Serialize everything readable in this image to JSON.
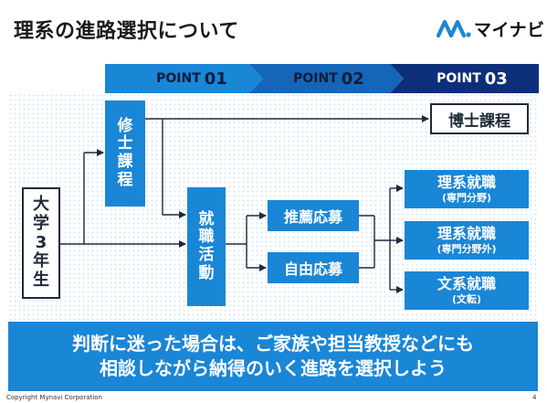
{
  "header": {
    "title": "理系の進路選択について",
    "logo_text": "マイナビ",
    "logo_color": "#1a86d6"
  },
  "points": [
    {
      "word": "POINT",
      "num": "01"
    },
    {
      "word": "POINT",
      "num": "02"
    },
    {
      "word": "POINT",
      "num": "03"
    }
  ],
  "flow": {
    "start": [
      "大",
      "学",
      "3",
      "年",
      "生"
    ],
    "masters": [
      "修",
      "士",
      "課",
      "程"
    ],
    "job_hunting": [
      "就",
      "職",
      "活",
      "動"
    ],
    "doctoral": "博士課程",
    "recommend": "推薦応募",
    "free": "自由応募",
    "results": [
      {
        "main": "理系就職",
        "sub": "(専門分野)"
      },
      {
        "main": "理系就職",
        "sub": "(専門分野外)"
      },
      {
        "main": "文系就職",
        "sub": "(文転)"
      }
    ]
  },
  "banner": {
    "line1": "判断に迷った場合は、ご家族や担当教授などにも",
    "line2": "相談しながら納得のいく進路を選択しよう"
  },
  "footer": {
    "copyright": "Copyright Mynavi Corporation",
    "page": "4"
  },
  "colors": {
    "accent": "#1a86d6",
    "chevron_light": "#1a86d6",
    "chevron_mid": "#1565b8",
    "chevron_dark": "#0d2f7a",
    "dark_text": "#1f2a3a",
    "dot_bg": "#cfe6f8"
  }
}
